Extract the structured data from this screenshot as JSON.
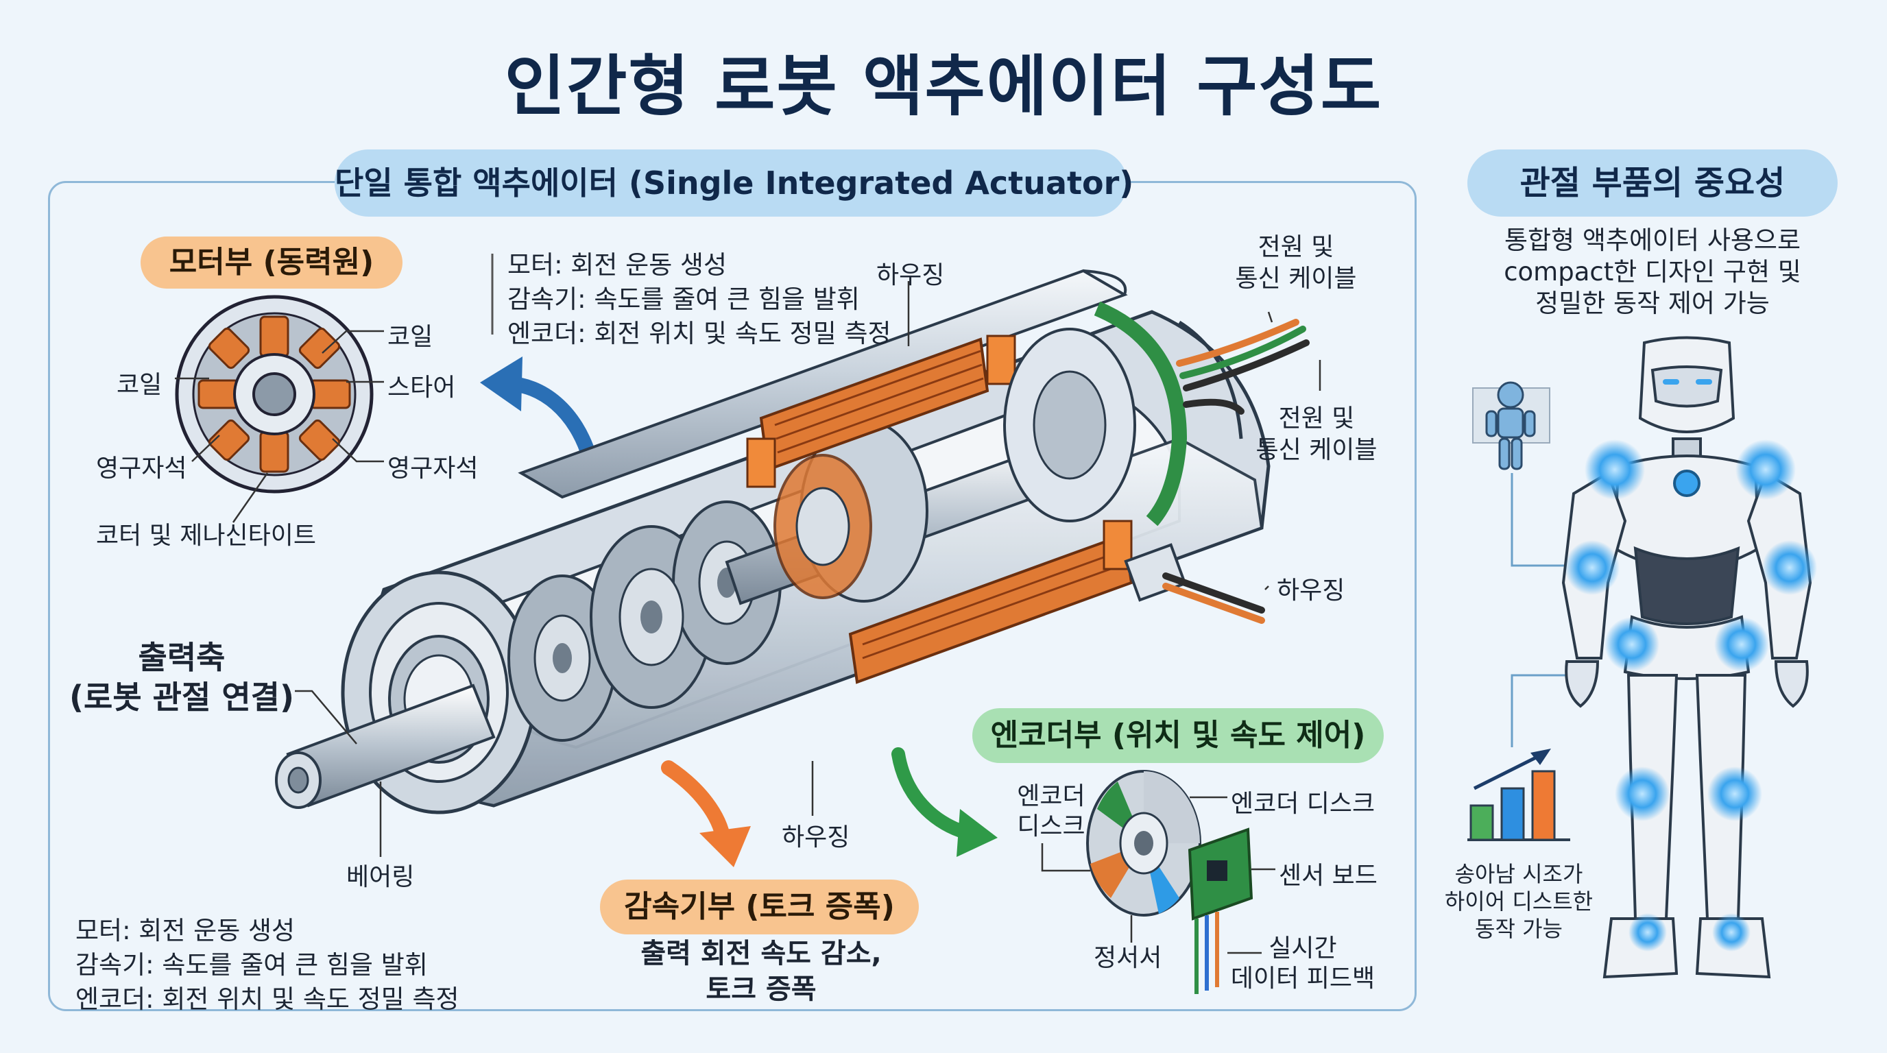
{
  "title": "인간형 로봇 액추에이터 구성도",
  "main_panel": {
    "heading": "단일 통합 액추에이터 (Single Integrated Actuator)"
  },
  "motor": {
    "heading": "모터부 (동력원)",
    "labels": {
      "coil_right": "코일",
      "coil_left": "코일",
      "stator": "스타어",
      "magnet_left": "영구자석",
      "magnet_right": "영구자석",
      "core": "코터 및 제나신타이트"
    }
  },
  "summary_top": [
    "모터: 회전 운동 생성",
    "감속기: 속도를 줄여 큰 힘을 발휘",
    "엔코더: 회전 위치 및 속도 정밀 측정"
  ],
  "summary_bottom": [
    "모터: 회전 운동 생성",
    "감속기: 속도를 줄여 큰 힘을 발휘",
    "엔코더: 회전 위치 및 속도 정밀 측정"
  ],
  "actuator_labels": {
    "housing_top": "하우징",
    "cable_top": "전원 및\n통신 케이블",
    "cable_mid": "전원 및\n통신 케이블",
    "housing_right": "하우징",
    "output_shaft": "출력축\n(로봇 관절 연결)",
    "bearing": "베어링",
    "housing_bottom": "하우징"
  },
  "reducer": {
    "heading": "감속기부 (토크 증폭)",
    "desc": "출력 회전 속도 감소,\n토크 증폭"
  },
  "encoder": {
    "heading": "엔코더부 (위치 및 속도 제어)",
    "labels": {
      "disk_left": "엔코더\n디스크",
      "disk_right": "엔코더 디스크",
      "sensor_board": "센서 보드",
      "stator": "정서서",
      "feedback": "실시간\n데이터 피드백"
    }
  },
  "importance": {
    "heading": "관절 부품의 중요성",
    "desc": "통합형 액추에이터 사용으로\ncompact한 디자인 구현 및\n정밀한 동작 제어 가능",
    "chart_caption": "송아남 시조가\n하이어 디스트한\n동작 가능"
  },
  "colors": {
    "copper": "#e07a34",
    "steel": "#c9d3dd",
    "accent_blue": "#2e9be6",
    "pcb_green": "#2f8f45",
    "arrow_blue": "#2a6fb5",
    "arrow_orange": "#ee7a34",
    "arrow_green": "#2f9a48"
  }
}
